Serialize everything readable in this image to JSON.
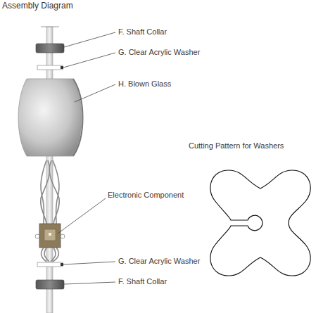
{
  "diagram": {
    "title": "Assembly Diagram",
    "labels": [
      "F. Shaft Collar",
      "G. Clear Acrylic Washer",
      "H. Blown Glass",
      "Electronic Component",
      "G. Clear Acrylic Washer",
      "F. Shaft Collar",
      "Cutting Pattern for Washers"
    ]
  }
}
